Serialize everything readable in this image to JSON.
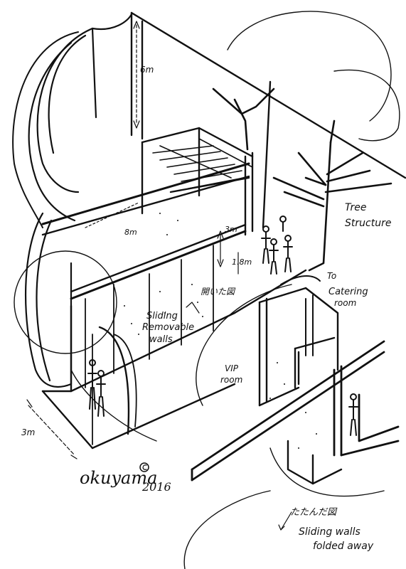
{
  "drawing": {
    "ink_color": "#111111",
    "paper_color": "#ffffff"
  },
  "annotations": {
    "height_6m": "6m",
    "span_8m": "8m",
    "height_3m": "3m",
    "height_1_8m": "1.8m",
    "width_3m": "3m",
    "tree_structure_line1": "Tree",
    "tree_structure_line2": "Structure",
    "to_catering_line1": "To",
    "to_catering_line2": "Catering",
    "to_catering_line3": "room",
    "sliding_line1": "Sliding",
    "sliding_line2": "Removable",
    "sliding_line3": "walls",
    "jp_note_1": "開いた図",
    "vip_line1": "VIP",
    "vip_line2": "room",
    "jp_note_2": "たたんだ図",
    "folded_line1": "Sliding walls",
    "folded_line2": "folded away",
    "signature": "okuyama",
    "signature_year": "2016"
  }
}
